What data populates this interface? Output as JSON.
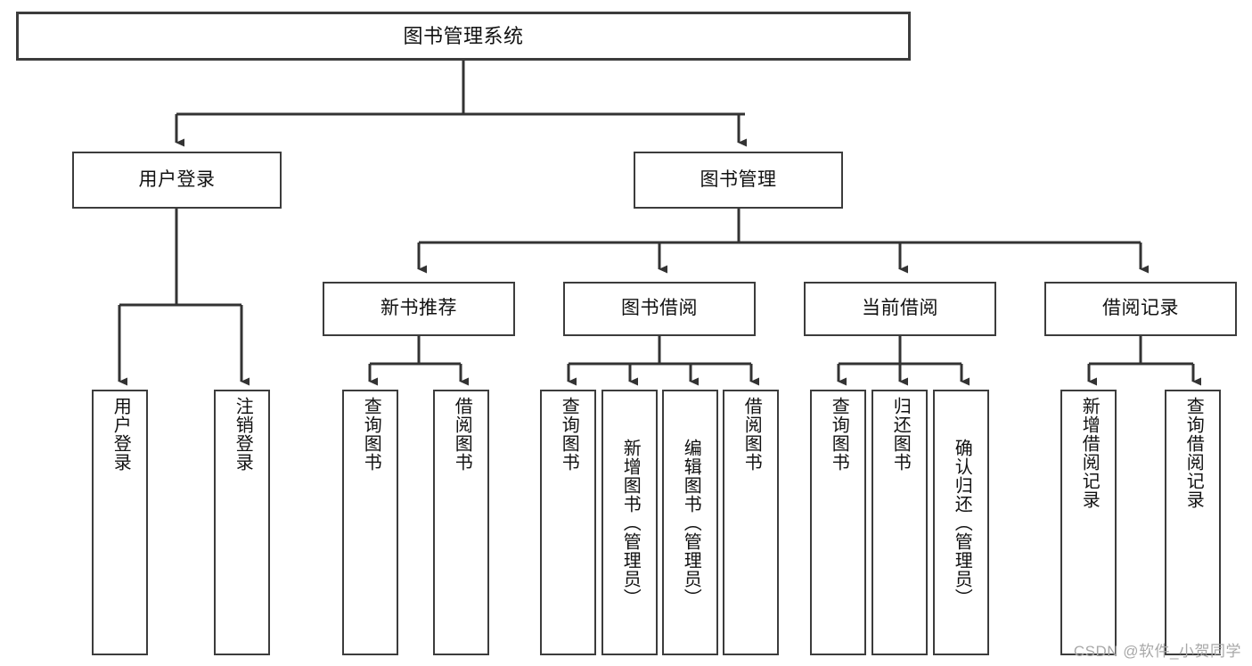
{
  "diagram": {
    "type": "hierarchy-tree",
    "title": "图书管理系统",
    "root": {
      "id": "root",
      "label": "图书管理系统"
    },
    "level2": [
      {
        "id": "user-login",
        "label": "用户登录"
      },
      {
        "id": "book-manage",
        "label": "图书管理"
      }
    ],
    "level3": [
      {
        "id": "new-book-recommend",
        "label": "新书推荐",
        "parent": "book-manage"
      },
      {
        "id": "book-borrow",
        "label": "图书借阅",
        "parent": "book-manage"
      },
      {
        "id": "current-borrow",
        "label": "当前借阅",
        "parent": "book-manage"
      },
      {
        "id": "borrow-record",
        "label": "借阅记录",
        "parent": "book-manage"
      }
    ],
    "leaves": {
      "user_login": [
        {
          "id": "leaf-user-login",
          "label": "用户登录"
        },
        {
          "id": "leaf-logout",
          "label": "注销登录"
        }
      ],
      "new_book_recommend": [
        {
          "id": "leaf-query-book-1",
          "label": "查询图书"
        },
        {
          "id": "leaf-borrow-book-1",
          "label": "借阅图书"
        }
      ],
      "book_borrow": [
        {
          "id": "leaf-query-book-2",
          "label": "查询图书"
        },
        {
          "id": "leaf-add-book",
          "label": "新增图书（管理员）"
        },
        {
          "id": "leaf-edit-book",
          "label": "编辑图书（管理员）"
        },
        {
          "id": "leaf-borrow-book-2",
          "label": "借阅图书"
        }
      ],
      "current_borrow": [
        {
          "id": "leaf-query-book-3",
          "label": "查询图书"
        },
        {
          "id": "leaf-return-book",
          "label": "归还图书"
        },
        {
          "id": "leaf-confirm-return",
          "label": "确认归还（管理员）"
        }
      ],
      "borrow_record": [
        {
          "id": "leaf-add-record",
          "label": "新增借阅记录"
        },
        {
          "id": "leaf-query-record",
          "label": "查询借阅记录"
        }
      ]
    },
    "colors": {
      "border": "#3c3c3c",
      "edge": "#333333",
      "background": "#ffffff",
      "text": "#111111",
      "watermark": "#a8a8a8"
    }
  },
  "watermark": {
    "text": "CSDN @软件_小贺同学"
  }
}
